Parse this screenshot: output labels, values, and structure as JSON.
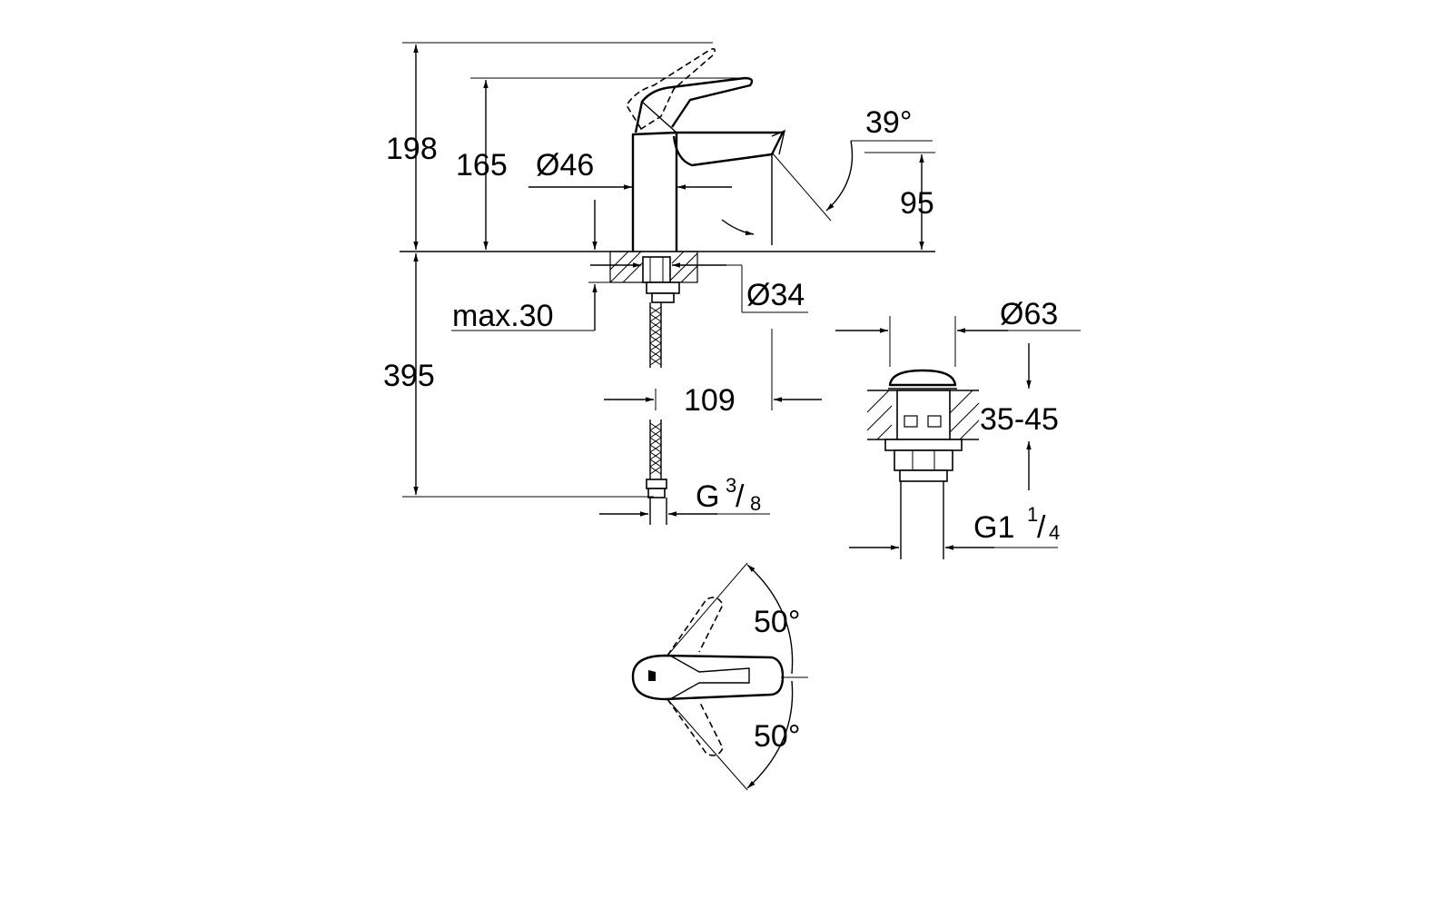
{
  "dimensions": {
    "total_height": "198",
    "lever_height": "165",
    "body_diameter": "Ø46",
    "spout_angle": "39°",
    "spout_height": "95",
    "hole_diameter": "Ø34",
    "max_deck": "max.30",
    "hose_length": "395",
    "reach": "109",
    "connection_main": "G",
    "connection_num": "3",
    "connection_den": "8",
    "waste_diameter": "Ø63",
    "waste_deck": "35-45",
    "waste_main": "G1",
    "waste_num": "1",
    "waste_den": "4",
    "rotation_left": "50°",
    "rotation_right": "50°"
  }
}
